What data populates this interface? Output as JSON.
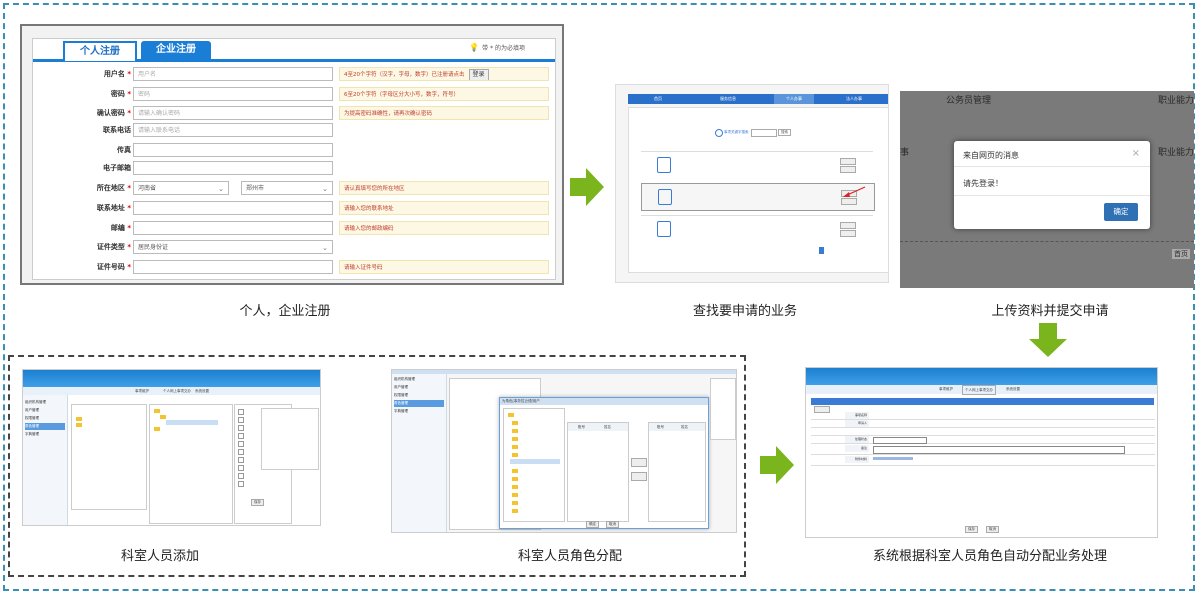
{
  "captions": {
    "step1": "个人，企业注册",
    "step2": "查找要申请的业务",
    "step3": "上传资料并提交申请",
    "step4": "科室人员添加",
    "step5": "科室人员角色分配",
    "step6": "系统根据科室人员角色自动分配业务处理"
  },
  "colors": {
    "arrow": "#7ab51d",
    "outer_border": "#3a8fb5",
    "inner_border": "#444444",
    "tab_blue": "#1a7dd6",
    "required": "#dd0000"
  },
  "register": {
    "tab_personal": "个人注册",
    "tab_company": "企业注册",
    "hint": "带 * 的为必填项",
    "rows": [
      {
        "label": "用户名",
        "required": true,
        "placeholder": "用户名",
        "note": "4至20个字符（汉字，字母，数字）已注册请点击",
        "note_button": "登录"
      },
      {
        "label": "密码",
        "required": true,
        "placeholder": "密码",
        "note": "6至20个字符（字母区分大小写，数字，符号）"
      },
      {
        "label": "确认密码",
        "required": true,
        "placeholder": "请输入确认密码",
        "note": "为提高密码准确性，请再次确认密码"
      },
      {
        "label": "联系电话",
        "required": false,
        "placeholder": "请输入联系电话",
        "note": ""
      },
      {
        "label": "传真",
        "required": false,
        "placeholder": "",
        "note": ""
      },
      {
        "label": "电子邮箱",
        "required": false,
        "placeholder": "",
        "note": ""
      },
      {
        "label": "所在地区",
        "required": true,
        "select1": "河南省",
        "select2": "郑州市",
        "note": "请认真填写您的所在地区"
      },
      {
        "label": "联系地址",
        "required": true,
        "placeholder": "",
        "note": "请输入您的联系地址"
      },
      {
        "label": "邮编",
        "required": true,
        "placeholder": "",
        "note": "请输入您的邮政编码"
      },
      {
        "label": "证件类型",
        "required": true,
        "select1": "居民身份证",
        "note": ""
      },
      {
        "label": "证件号码",
        "required": true,
        "placeholder": "",
        "note": "请输入证件号码"
      }
    ]
  },
  "find": {
    "nav": [
      "首页",
      "服务信息",
      "个人办事",
      "法人办事"
    ],
    "search_label": "事项关键字搜索",
    "search_button": "搜索"
  },
  "dialog": {
    "bg_label_1": "公务员管理",
    "bg_label_2": "职业能力",
    "bg_label_3": "事",
    "bg_label_4": "职业能力",
    "bg_label_5": "首页",
    "title": "来自网页的消息",
    "message": "请先登录！",
    "ok": "确定"
  },
  "staff": {
    "menu": [
      "组织机构管理",
      "用户管理",
      "权限管理",
      "角色管理",
      "字典管理"
    ],
    "tabs": [
      "事项维护",
      "个人网上事项交办",
      "系统设置"
    ],
    "button": "保存"
  },
  "role": {
    "menu": [
      "组织机构管理",
      "用户管理",
      "权限管理",
      "角色管理",
      "字典管理"
    ],
    "modal_title": "为角色[事务性]分配用户",
    "col_account": "账号",
    "col_name": "姓名",
    "ok": "确定",
    "cancel": "取消"
  },
  "auto": {
    "tabs": [
      "事项维护",
      "个人网上事项交办",
      "系统设置"
    ],
    "labels": [
      "事项名称",
      "申请人",
      "处理状态",
      "备注",
      "附件材料"
    ],
    "buttons": [
      "保存",
      "取消"
    ]
  }
}
